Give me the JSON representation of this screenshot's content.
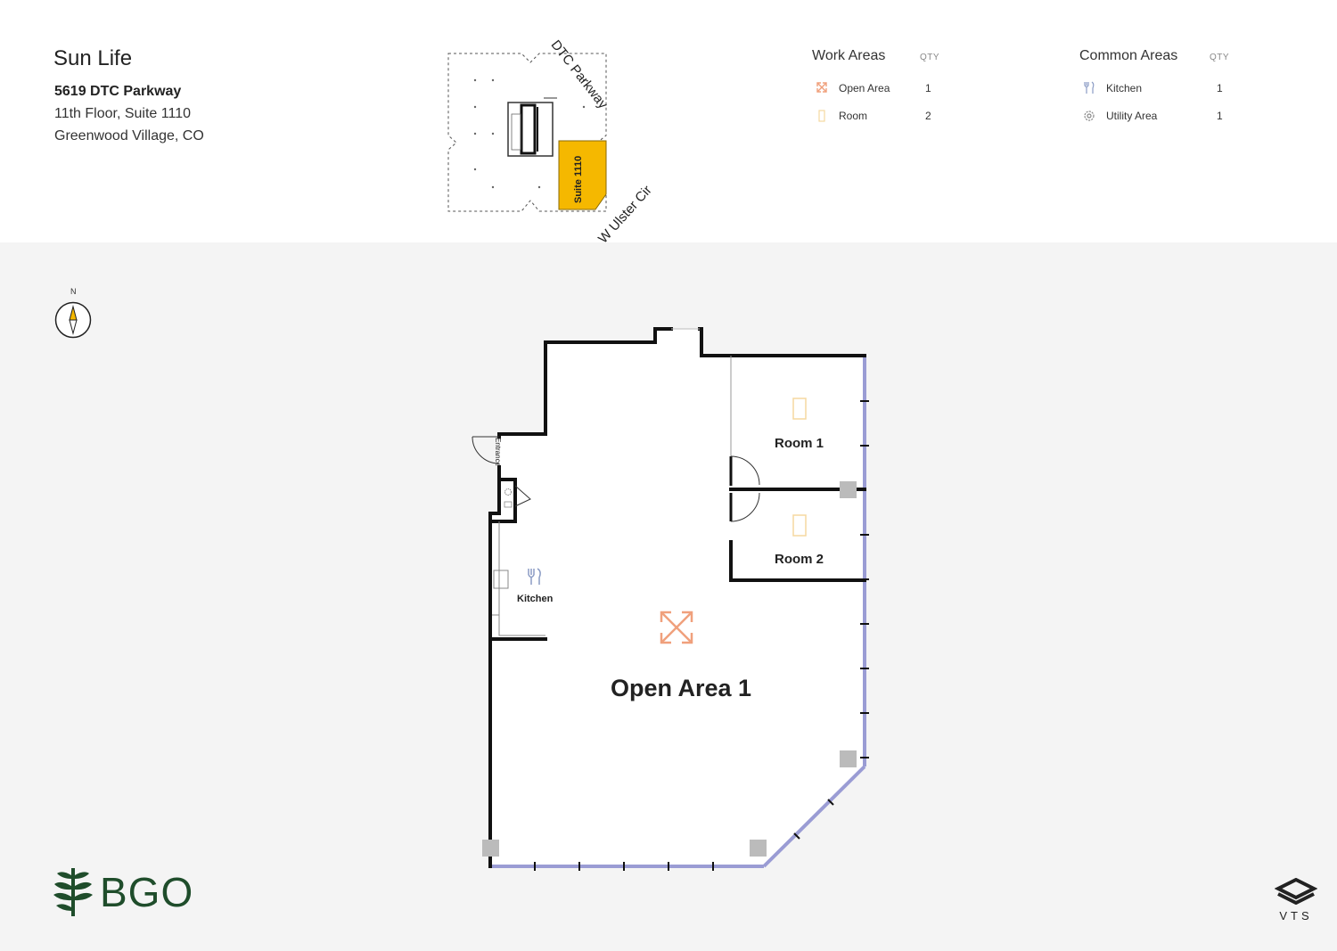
{
  "header": {
    "tenant": "Sun Life",
    "address_line1": "5619 DTC Parkway",
    "address_line2": "11th Floor, Suite 1110",
    "address_line3": "Greenwood Village, CO"
  },
  "keyplan": {
    "street_north": "DTC Parkway",
    "street_east": "W Ulster Cir",
    "suite_label": "Suite 1110",
    "highlight_color": "#f5b800"
  },
  "legend": {
    "work_areas": {
      "title": "Work Areas",
      "qty_header": "QTY",
      "items": [
        {
          "label": "Open Area",
          "qty": "1",
          "icon": "expand-arrows-icon",
          "color": "#f0a07c"
        },
        {
          "label": "Room",
          "qty": "2",
          "icon": "door-icon",
          "color": "#f5d9a0"
        }
      ]
    },
    "common_areas": {
      "title": "Common Areas",
      "qty_header": "QTY",
      "items": [
        {
          "label": "Kitchen",
          "qty": "1",
          "icon": "fork-knife-icon",
          "color": "#8a9bc4"
        },
        {
          "label": "Utility Area",
          "qty": "1",
          "icon": "gear-icon",
          "color": "#888888"
        }
      ]
    }
  },
  "floorplan": {
    "compass_label": "N",
    "entrance_label": "Entrance",
    "rooms": [
      {
        "label": "Room 1"
      },
      {
        "label": "Room 2"
      }
    ],
    "open_area_label": "Open Area 1",
    "kitchen_label": "Kitchen"
  },
  "branding": {
    "landlord_logo_text": "BGO",
    "landlord_color": "#1f4d2b",
    "platform_logo_text": "VTS"
  }
}
